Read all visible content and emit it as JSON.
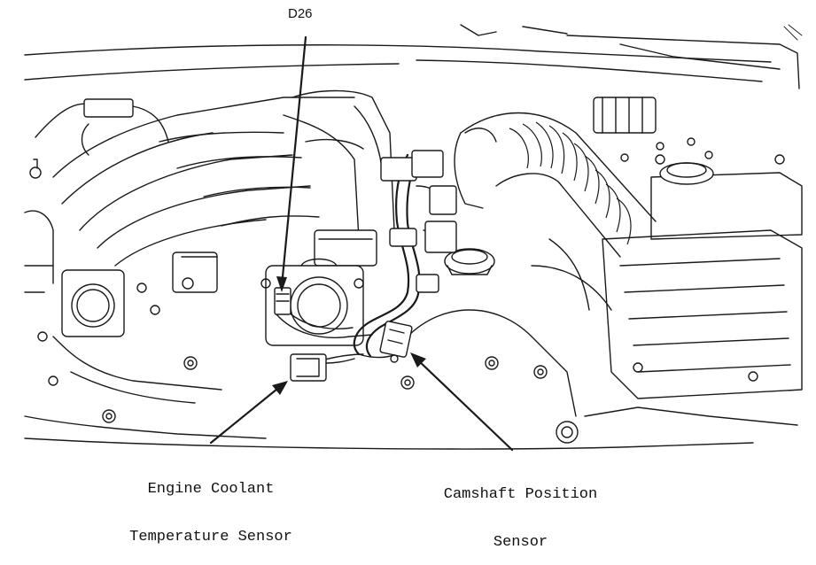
{
  "labels": {
    "d26": "D26",
    "ect_line1": "Engine Coolant",
    "ect_line2": "Temperature Sensor",
    "cmp_line1": "Camshaft Position",
    "cmp_line2": "Sensor"
  },
  "colors": {
    "ink": "#1a1a1a",
    "background": "#ffffff"
  }
}
